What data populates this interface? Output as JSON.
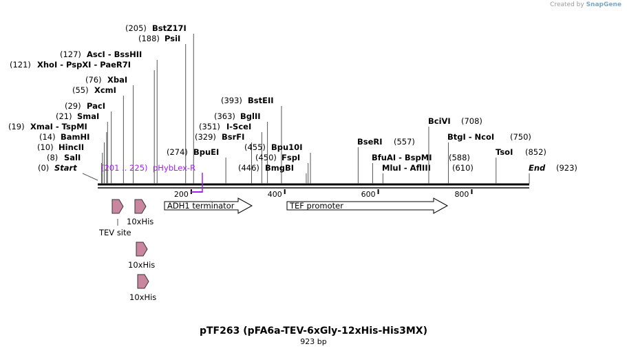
{
  "credit": {
    "prefix": "Created by",
    "brand": "SnapGene"
  },
  "title": "pTF263 (pFA6a-TEV-6xGly-12xHis-His3MX)",
  "subtitle": "923 bp",
  "sequence_length": 923,
  "ruler_ticks": [
    "200",
    "400",
    "600",
    "800"
  ],
  "ends": [
    {
      "pos": "(0)",
      "label": "Start"
    },
    {
      "pos": "(923)",
      "label": "End"
    }
  ],
  "sites": [
    {
      "pos": "(8)",
      "label": "SalI"
    },
    {
      "pos": "(10)",
      "label": "HincII"
    },
    {
      "pos": "(14)",
      "label": "BamHI"
    },
    {
      "pos": "(19)",
      "label": "XmaI  - TspMI"
    },
    {
      "pos": "(21)",
      "label": "SmaI"
    },
    {
      "pos": "(29)",
      "label": "PacI"
    },
    {
      "pos": "(55)",
      "label": "XcmI"
    },
    {
      "pos": "(76)",
      "label": "XbaI"
    },
    {
      "pos": "(121)",
      "label": "XhoI  - PspXI  - PaeR7I"
    },
    {
      "pos": "(127)",
      "label": "AscI  - BssHII"
    },
    {
      "pos": "(188)",
      "label": "PsiI"
    },
    {
      "pos": "(205)",
      "label": "BstZ17I"
    },
    {
      "pos": "(274)",
      "label": "BpuEI"
    },
    {
      "pos": "(329)",
      "label": "BsrFI"
    },
    {
      "pos": "(351)",
      "label": "I-SceI"
    },
    {
      "pos": "(363)",
      "label": "BglII"
    },
    {
      "pos": "(393)",
      "label": "BstEII"
    },
    {
      "pos": "(446)",
      "label": "BmgBI"
    },
    {
      "pos": "(450)",
      "label": "FspI"
    },
    {
      "pos": "(455)",
      "label": "Bpu10I"
    },
    {
      "pos": "(557)",
      "label": "BseRI"
    },
    {
      "pos": "(588)",
      "label": "BfuAI  - BspMI"
    },
    {
      "pos": "(610)",
      "label": "MluI  - AflIII"
    },
    {
      "pos": "(708)",
      "label": "BciVI"
    },
    {
      "pos": "(750)",
      "label": "BtgI  - NcoI"
    },
    {
      "pos": "(852)",
      "label": "TsoI"
    }
  ],
  "primer": {
    "range": "(201 .. 225)",
    "label": "pHybLex-R"
  },
  "features": [
    {
      "label": "ADH1 terminator"
    },
    {
      "label": "TEF promoter"
    },
    {
      "label": "TEV site"
    },
    {
      "label": "10xHis"
    },
    {
      "label": "10xHis"
    },
    {
      "label": "10xHis"
    }
  ],
  "colors": {
    "primer": "#a020f0",
    "feature_small": "#c8879e",
    "line": "#000000",
    "credit_brand": "#7aa7c7"
  }
}
